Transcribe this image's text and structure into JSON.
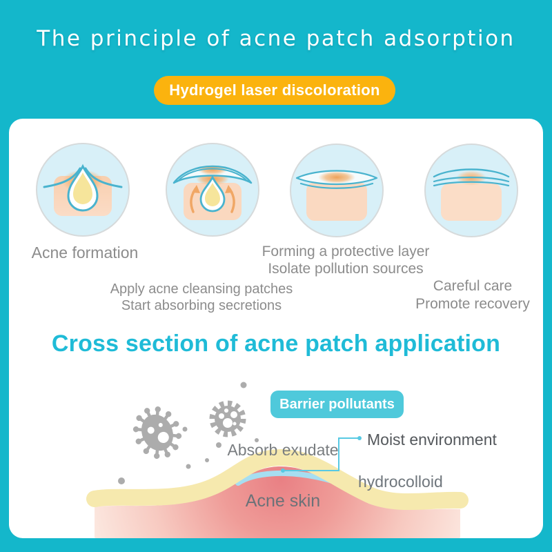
{
  "colors": {
    "background_teal": "#14B7CB",
    "badge_yellow": "#FBB30E",
    "badge_teal": "#4FC9DB",
    "heading_cyan": "#1FBBD7",
    "caption_gray": "#8C8C8C",
    "label_gray": "#75797D",
    "label_dark_gray": "#54585C",
    "card_white": "#FFFFFF"
  },
  "header": {
    "title": "The principle of acne patch adsorption",
    "badge": "Hydrogel laser discoloration"
  },
  "stages": {
    "items": [
      {
        "icon": "acne-formation-icon",
        "lines": [
          "Acne formation"
        ]
      },
      {
        "icon": "apply-patch-icon",
        "lines": [
          "Apply acne cleansing patches",
          "Start absorbing secretions"
        ]
      },
      {
        "icon": "protective-layer-icon",
        "lines": [
          "Forming a protective layer",
          "Isolate pollution sources"
        ]
      },
      {
        "icon": "recovery-icon",
        "lines": [
          "Careful care",
          "Promote recovery"
        ]
      }
    ]
  },
  "cross_section": {
    "title": "Cross section of acne patch application",
    "badge": "Barrier pollutants",
    "labels": {
      "absorb": "Absorb exudate",
      "moist": "Moist environment",
      "hydrocolloid": "hydrocolloid",
      "acne_skin": "Acne skin"
    },
    "icons": [
      "virus-icon",
      "germ-gear-icon",
      "particle-dot-icon"
    ]
  }
}
